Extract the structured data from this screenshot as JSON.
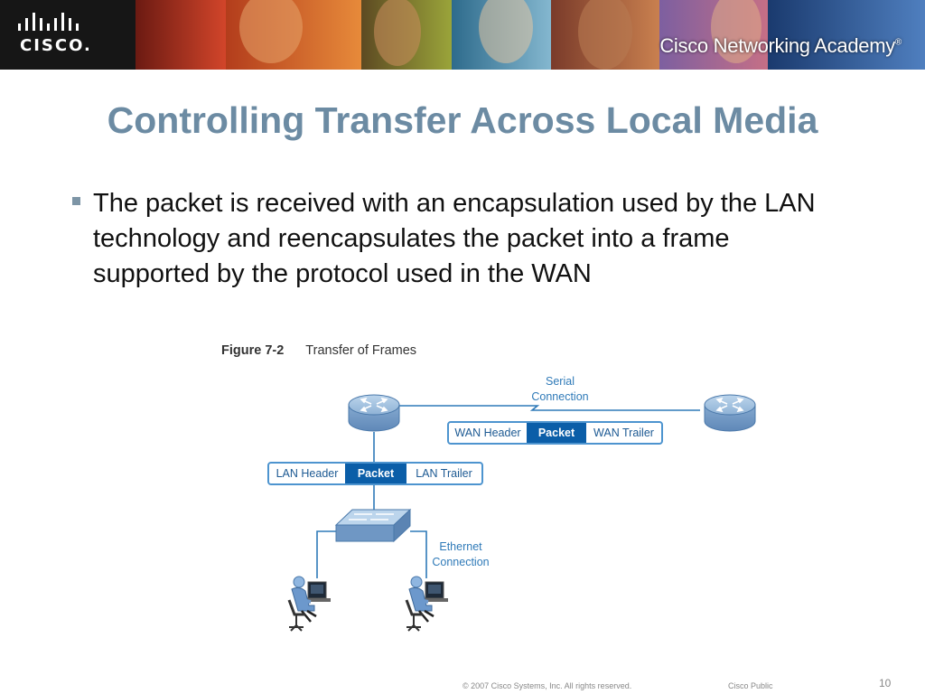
{
  "header": {
    "logo_text": "CISCO.",
    "academy_name": "Cisco Networking Academy",
    "trademark": "®"
  },
  "slide": {
    "title": "Controlling Transfer Across Local Media",
    "bullet": "The packet is received with an encapsulation used by the LAN technology and reencapsulates the packet into a frame supported by the protocol used in the WAN"
  },
  "figure": {
    "number": "Figure 7-2",
    "caption": "Transfer of Frames",
    "serial_label_line1": "Serial",
    "serial_label_line2": "Connection",
    "ethernet_label_line1": "Ethernet",
    "ethernet_label_line2": "Connection",
    "wan_frame": {
      "header": "WAN Header",
      "packet": "Packet",
      "trailer": "WAN Trailer"
    },
    "lan_frame": {
      "header": "LAN Header",
      "packet": "Packet",
      "trailer": "LAN Trailer"
    }
  },
  "footer": {
    "copyright": "© 2007 Cisco Systems, Inc. All rights reserved.",
    "classification": "Cisco Public",
    "page_number": "10"
  },
  "colors": {
    "title": "#6c8ba3",
    "accent_blue": "#2f7ab8",
    "packet_fill": "#0b5ea8",
    "banner": "#1a1a1a"
  },
  "icons": [
    "cisco-logo-icon",
    "router-icon",
    "switch-icon",
    "user-workstation-icon",
    "bullet-square-icon"
  ]
}
